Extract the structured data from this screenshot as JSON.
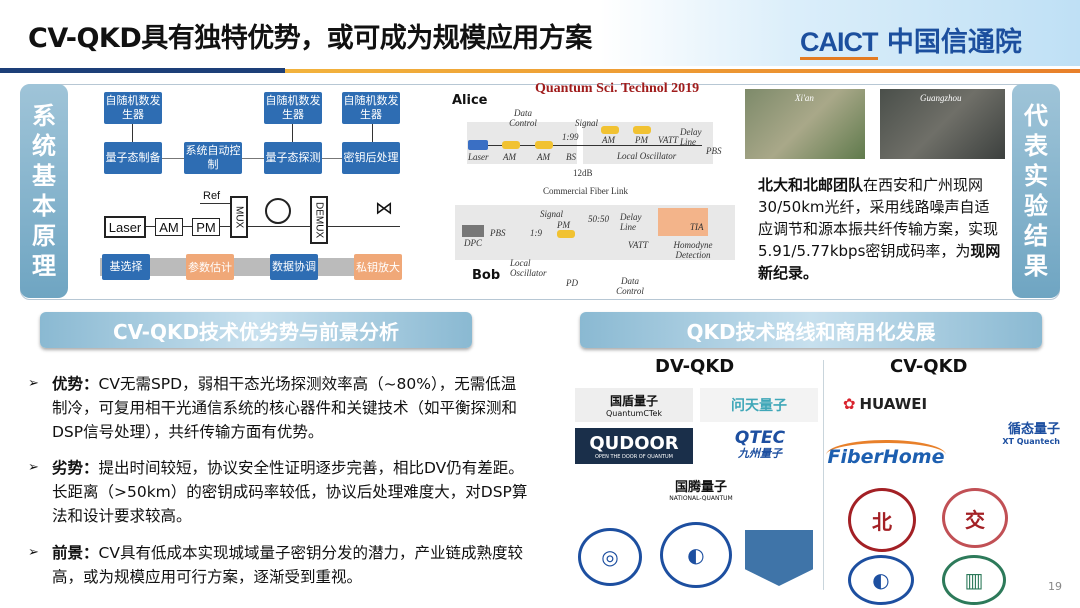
{
  "header": {
    "title": "CV-QKD具有独特优势，或可成为规模应用方案",
    "logo_en": "CAICT",
    "logo_cn": "中国信通院"
  },
  "left_tab": "系统基本原理",
  "right_tab": "代表实验结果",
  "principle": {
    "rng": "自随机数发生器",
    "flow": [
      "量子态制备",
      "系统自动控制",
      "量子态探测",
      "密钥后处理"
    ],
    "optics": {
      "laser": "Laser",
      "am": "AM",
      "pm": "PM",
      "ref": "Ref",
      "mux": "MUX",
      "demux": "DEMUX"
    },
    "steps": [
      "基选择",
      "参数估计",
      "数据协调",
      "私钥放大"
    ]
  },
  "experiment": {
    "citation": "Quantum Sci. Technol 2019",
    "alice": "Alice",
    "bob": "Bob",
    "labels": {
      "data_control": "Data Control",
      "laser": "Laser",
      "am": "AM",
      "ratio199": "1:99",
      "bs": "BS",
      "signal": "Signal",
      "pm": "PM",
      "vatt": "VATT",
      "delay_line": "Delay Line",
      "lo": "Local Oscillator",
      "pbs": "PBS",
      "loss": "12dB",
      "fiber": "Commercial Fiber Link",
      "dpc": "DPC",
      "ratio19": "1:9",
      "ratio5050": "50:50",
      "homodyne": "Homodyne Detection",
      "tia": "TIA",
      "pd": "PD"
    },
    "map_labels": [
      "Xi'an",
      "Guangzhou"
    ],
    "result_bold": "北大和北邮团队",
    "result_text": "在西安和广州现网30/50km光纤，采用线路噪声自适应调节和源本振共纤传输方案，实现5.91/5.77kbps密钥成码率，为",
    "result_end": "现网新纪录。"
  },
  "sections": {
    "left": "CV-QKD技术优劣势与前景分析",
    "right": "QKD技术路线和商用化发展"
  },
  "bullets": [
    {
      "label": "优势：",
      "text": "CV无需SPD，弱相干态光场探测效率高（~80%），无需低温制冷，可复用相干光通信系统的核心器件和关键技术（如平衡探测和DSP信号处理），共纤传输方面有优势。"
    },
    {
      "label": "劣势：",
      "text": "提出时间较短，协议安全性证明逐步完善，相比DV仍有差距。长距离（>50km）的密钥成码率较低，协议后处理难度大，对DSP算法和设计要求较高。"
    },
    {
      "label": "前景：",
      "text": "CV具有低成本实现城域量子密钥分发的潜力，产业链成熟度较高，或为规模应用可行方案，逐渐受到重视。"
    }
  ],
  "routes": {
    "dv_title": "DV-QKD",
    "cv_title": "CV-QKD",
    "dv_logos": [
      {
        "cn": "国盾量子",
        "en": "QuantumCTek"
      },
      {
        "cn": "问天量子"
      },
      {
        "en": "QUDOOR",
        "sub": "OPEN THE DOOR OF QUANTUM"
      },
      {
        "en": "QTEC",
        "cn": "九州量子"
      },
      {
        "cn": "国腾量子",
        "en": "NATIONAL-QUANTUM"
      }
    ],
    "cv_logos": [
      {
        "en": "HUAWEI"
      },
      {
        "cn": "循态量子",
        "en": "XT Quantech"
      },
      {
        "en": "FiberHome"
      }
    ]
  },
  "page_number": "19",
  "colors": {
    "navy": "#1d3f78",
    "orange": "#e8802a",
    "block_blue": "#2e6db3",
    "block_orange": "#f0a878"
  }
}
